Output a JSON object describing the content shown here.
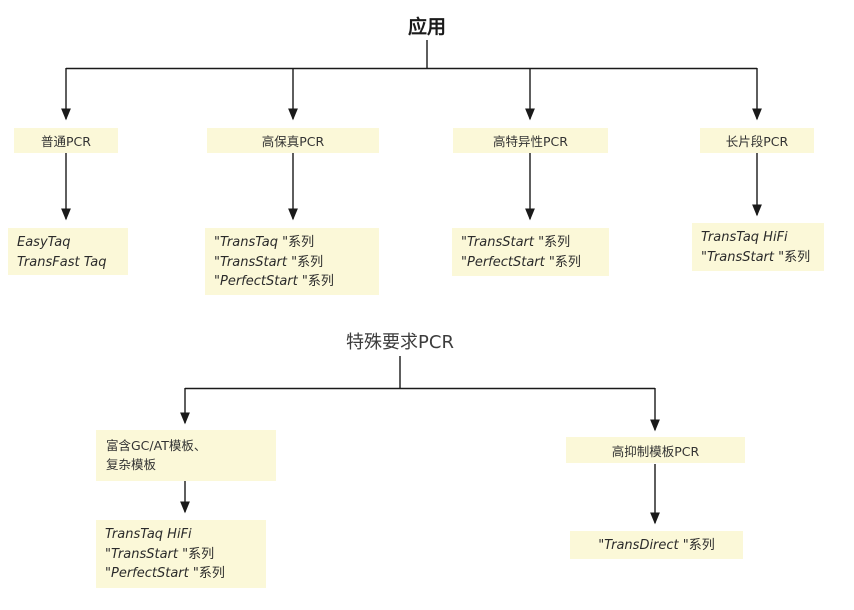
{
  "colors": {
    "box_bg": "#fbf8d8",
    "line_color": "#1a1a1a"
  },
  "tree1": {
    "title": "应用",
    "branches": [
      {
        "label": "普通PCR",
        "products": [
          {
            "i": "EasyTaq",
            "r": ""
          },
          {
            "i": "TransFast Taq",
            "r": ""
          }
        ]
      },
      {
        "label": "高保真PCR",
        "products": [
          {
            "i": "\"TransTaq \"",
            "r": "系列"
          },
          {
            "i": "\"TransStart \"",
            "r": "系列"
          },
          {
            "i": "\"PerfectStart \"",
            "r": "系列"
          }
        ]
      },
      {
        "label": "高特异性PCR",
        "products": [
          {
            "i": "\"TransStart \"",
            "r": "系列"
          },
          {
            "i": "\"PerfectStart \"",
            "r": "系列"
          }
        ]
      },
      {
        "label": "长片段PCR",
        "products": [
          {
            "i": "TransTaq HiFi",
            "r": ""
          },
          {
            "i": "\"TransStart \"",
            "r": "系列"
          }
        ]
      }
    ]
  },
  "tree2": {
    "title": "特殊要求PCR",
    "branches": [
      {
        "label_line1": "富含GC/AT模板、",
        "label_line2": "复杂模板",
        "products": [
          {
            "i": "TransTaq HiFi",
            "r": ""
          },
          {
            "i": "\"TransStart \"",
            "r": "系列"
          },
          {
            "i": "\"PerfectStart \"",
            "r": "系列"
          }
        ]
      },
      {
        "label": "高抑制模板PCR",
        "products": [
          {
            "i": "\"TransDirect \"",
            "r": "系列"
          }
        ]
      }
    ]
  }
}
